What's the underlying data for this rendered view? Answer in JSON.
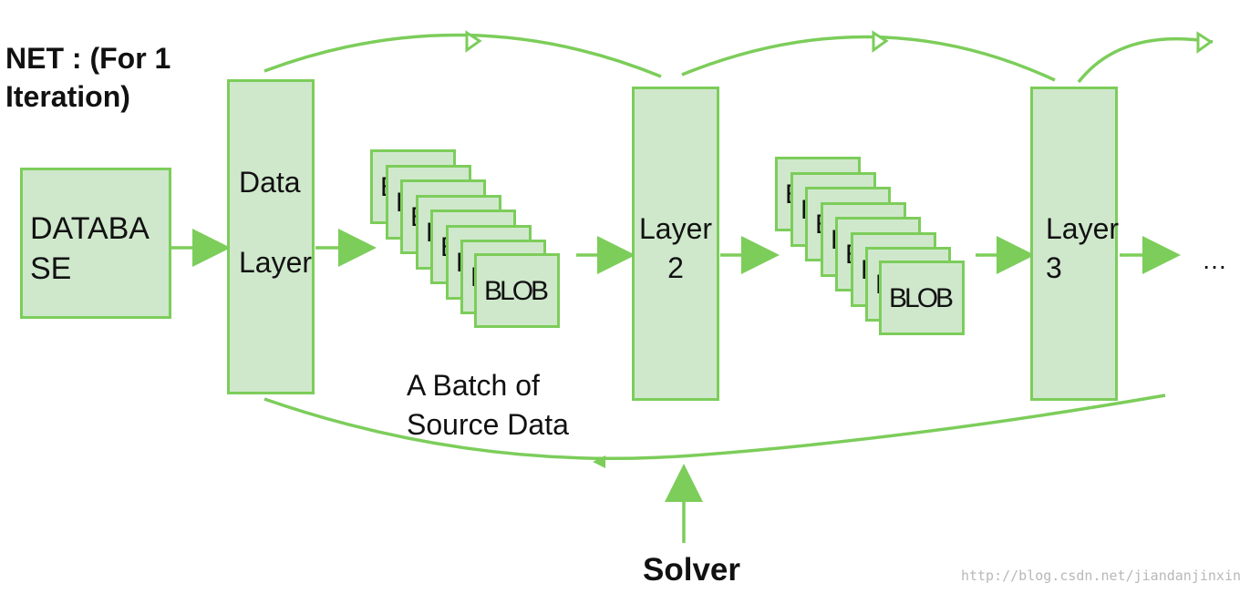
{
  "title": "NET :  (For 1\nIteration)",
  "database_label": "DATABA\nSE",
  "data_layer_label": "Data\n\nLayer",
  "layer2_label": "Layer\n2",
  "layer3_label": "Layer\n3",
  "blob_label": "BLOB",
  "batch_label": "A Batch of\nSource Data",
  "ellipsis": "…",
  "solver_label": "Solver",
  "watermark": "http://blog.csdn.net/jiandanjinxin",
  "colors": {
    "green_stroke": "#7ccd5a",
    "green_fill": "#cfe8cc"
  }
}
